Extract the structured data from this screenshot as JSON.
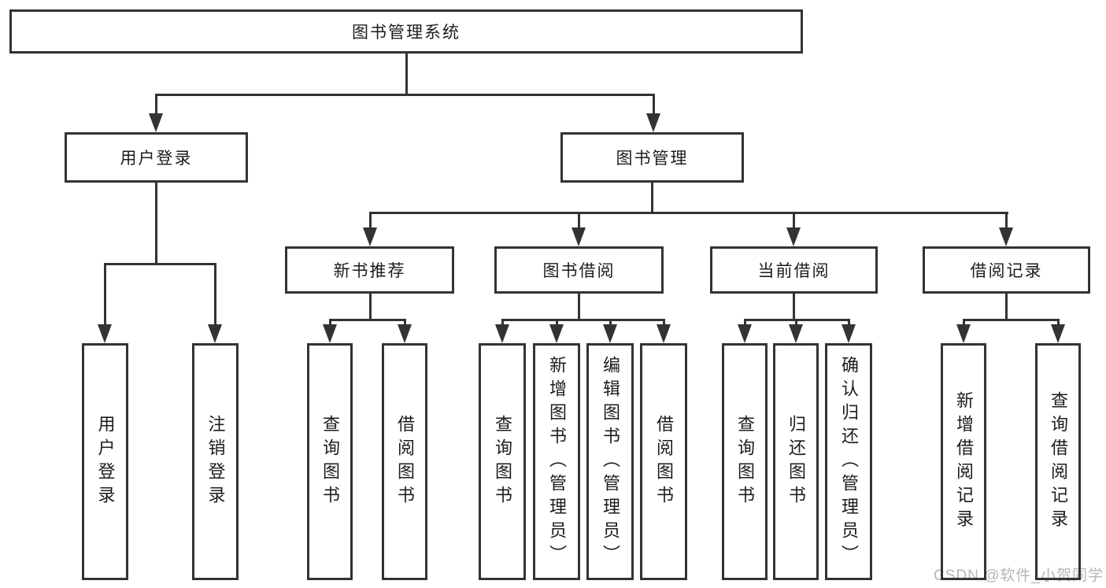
{
  "tree": {
    "root": {
      "label": "图书管理系统"
    },
    "user_login": {
      "label": "用户登录",
      "children": [
        "用户登录",
        "注销登录"
      ]
    },
    "book_mgmt": {
      "label": "图书管理",
      "groups": [
        {
          "label": "新书推荐",
          "children": [
            "查询图书",
            "借阅图书"
          ]
        },
        {
          "label": "图书借阅",
          "children": [
            "查询图书",
            "新增图书（管理员）",
            "编辑图书（管理员）",
            "借阅图书"
          ]
        },
        {
          "label": "当前借阅",
          "children": [
            "查询图书",
            "归还图书",
            "确认归还（管理员）"
          ]
        },
        {
          "label": "借阅记录",
          "children": [
            "新增借阅记录",
            "查询借阅记录"
          ]
        }
      ]
    }
  },
  "watermark": {
    "text": "CSDN @软件_小贺同学"
  },
  "colors": {
    "line": "#333333",
    "text": "#1c1c1c",
    "background": "#ffffff",
    "watermark": "#b6b6b6"
  }
}
